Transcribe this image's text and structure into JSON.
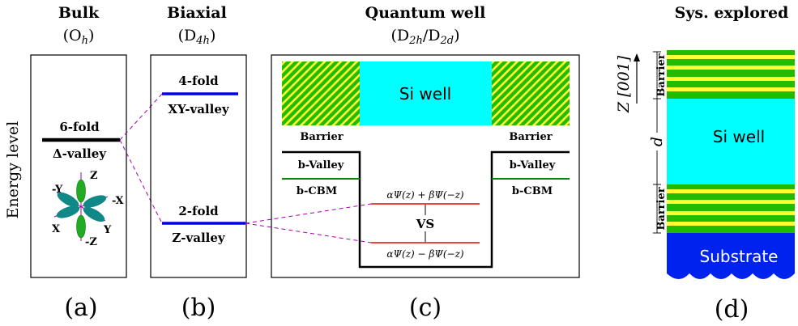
{
  "headers": {
    "bulk_title": "Bulk",
    "bulk_sym": "(O",
    "bulk_sub": "h",
    "biaxial_title": "Biaxial",
    "biaxial_sym": "(D",
    "biaxial_sub": "4h",
    "qw_title": "Quantum well",
    "qw_sym_a": "(D",
    "qw_sub_a": "2h",
    "qw_sym_b": "/D",
    "qw_sub_b": "2d",
    "sys_title": "Sys. explored"
  },
  "axis": {
    "ylabel": "Energy level"
  },
  "panel_a": {
    "level": "6-fold",
    "valley": "Δ-valley",
    "axes": {
      "z": "Z",
      "mz": "-Z",
      "x": "X",
      "mx": "-X",
      "y": "Y",
      "my": "-Y"
    },
    "label": "(a)"
  },
  "panel_b": {
    "upper_level": "4-fold",
    "upper_valley": "XY-valley",
    "lower_level": "2-fold",
    "lower_valley": "Z-valley",
    "label": "(b)"
  },
  "panel_c": {
    "well": "Si well",
    "barrier_left": "Barrier",
    "barrier_right": "Barrier",
    "b_valley_left": "b-Valley",
    "b_cbm_left": "b-CBM",
    "b_valley_right": "b-Valley",
    "b_cbm_right": "b-CBM",
    "state_plus": "αΨ(z) + βΨ(−z)",
    "state_minus": "αΨ(z) − βΨ(−z)",
    "vs": "VS",
    "label": "(c)"
  },
  "panel_d": {
    "axis_label": "Z [001]",
    "barrier_top": "Barrier",
    "barrier_bottom": "Barrier",
    "d_label": "d",
    "well": "Si well",
    "substrate": "Substrate",
    "label": "(d)"
  },
  "colors": {
    "well": "#00ffff",
    "barrier_green": "#22bb00",
    "barrier_yellow": "#ffff33",
    "substrate": "#0022ee",
    "level_blue": "#0000ee",
    "level_red": "#ee0000",
    "level_green": "#008800",
    "connector": "#aa00aa",
    "orbital": "#118888",
    "orbital_z": "#22aa22"
  }
}
